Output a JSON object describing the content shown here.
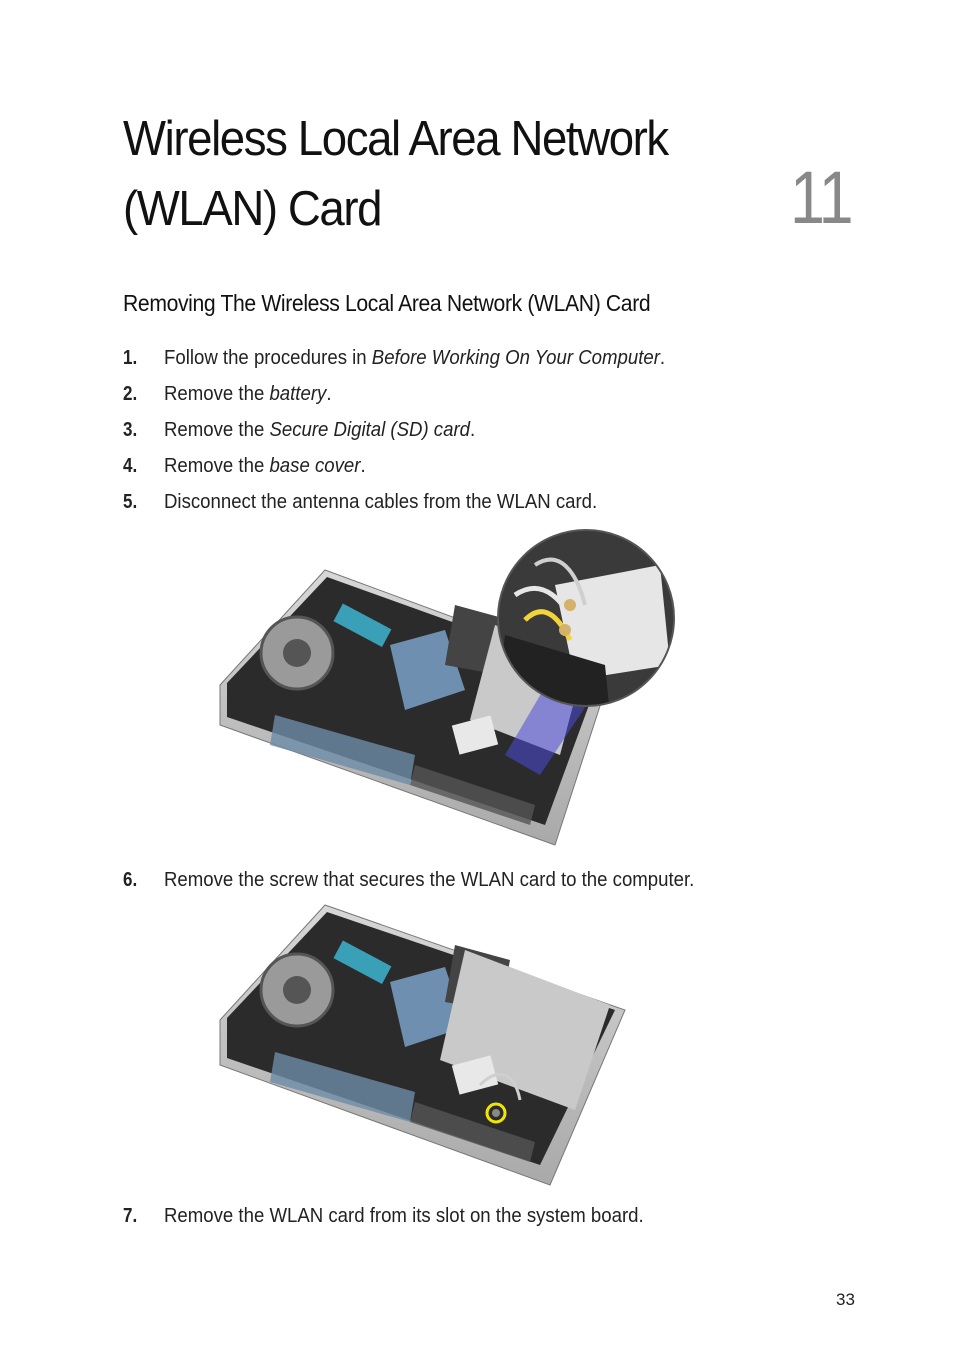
{
  "chapter": {
    "title_line1": "Wireless Local Area Network",
    "title_line2": "(WLAN) Card",
    "number": "11"
  },
  "section": {
    "title": "Removing The Wireless Local Area Network (WLAN) Card"
  },
  "steps": [
    {
      "num": "1.",
      "pre": "Follow the procedures in ",
      "link": "Before Working On Your Computer",
      "post": "."
    },
    {
      "num": "2.",
      "pre": "Remove the ",
      "link": "battery",
      "post": "."
    },
    {
      "num": "3.",
      "pre": "Remove the ",
      "link": "Secure Digital (SD) card",
      "post": "."
    },
    {
      "num": "4.",
      "pre": "Remove the ",
      "link": "base cover",
      "post": "."
    },
    {
      "num": "5.",
      "pre": "Disconnect the antenna cables from the WLAN card.",
      "link": "",
      "post": ""
    },
    {
      "num": "6.",
      "pre": "Remove the screw that secures the WLAN card to the computer.",
      "link": "",
      "post": ""
    },
    {
      "num": "7.",
      "pre": "Remove the WLAN card from its slot on the system board.",
      "link": "",
      "post": ""
    }
  ],
  "page_number": "33"
}
